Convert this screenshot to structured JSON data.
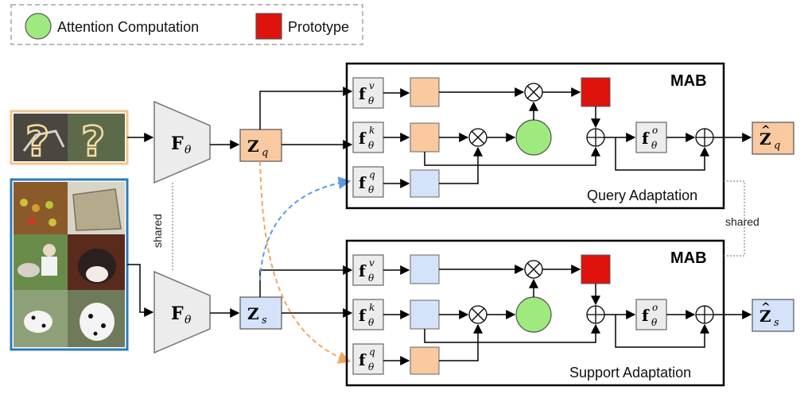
{
  "legend": {
    "attention_label": "Attention Computation",
    "prototype_label": "Prototype",
    "attention_color": "#9eea7f",
    "prototype_color": "#e0120c"
  },
  "colors": {
    "query_orange": "#f9c9a0",
    "support_blue": "#d4e3fa",
    "encoder_gray": "#ececec",
    "query_image_border": "#f4c58c",
    "support_image_border": "#2a7bbf",
    "dashed_blue": "#5b9be6",
    "dashed_orange": "#f0a860"
  },
  "encoder": {
    "symbol": "F",
    "subscript": "θ"
  },
  "shared_label_left": "shared",
  "shared_label_right": "shared",
  "query_feature": {
    "symbol": "Z",
    "subscript": "q"
  },
  "support_feature": {
    "symbol": "Z",
    "subscript": "s"
  },
  "query_output": {
    "hat": "^",
    "symbol": "Z",
    "subscript": "q"
  },
  "support_output": {
    "hat": "^",
    "symbol": "Z",
    "subscript": "s"
  },
  "mab_top": {
    "title": "MAB",
    "caption": "Query Adaptation",
    "fv": {
      "symbol": "f",
      "sup": "v",
      "sub": "θ"
    },
    "fk": {
      "symbol": "f",
      "sup": "k",
      "sub": "θ"
    },
    "fq": {
      "symbol": "f",
      "sup": "q",
      "sub": "θ"
    },
    "fo": {
      "symbol": "f",
      "sup": "o",
      "sub": "θ"
    }
  },
  "mab_bottom": {
    "title": "MAB",
    "caption": "Support Adaptation",
    "fv": {
      "symbol": "f",
      "sup": "v",
      "sub": "θ"
    },
    "fk": {
      "symbol": "f",
      "sup": "k",
      "sub": "θ"
    },
    "fq": {
      "symbol": "f",
      "sup": "q",
      "sub": "θ"
    },
    "fo": {
      "symbol": "f",
      "sup": "o",
      "sub": "θ"
    }
  },
  "query_images": {
    "marks": [
      "?",
      "?"
    ]
  }
}
